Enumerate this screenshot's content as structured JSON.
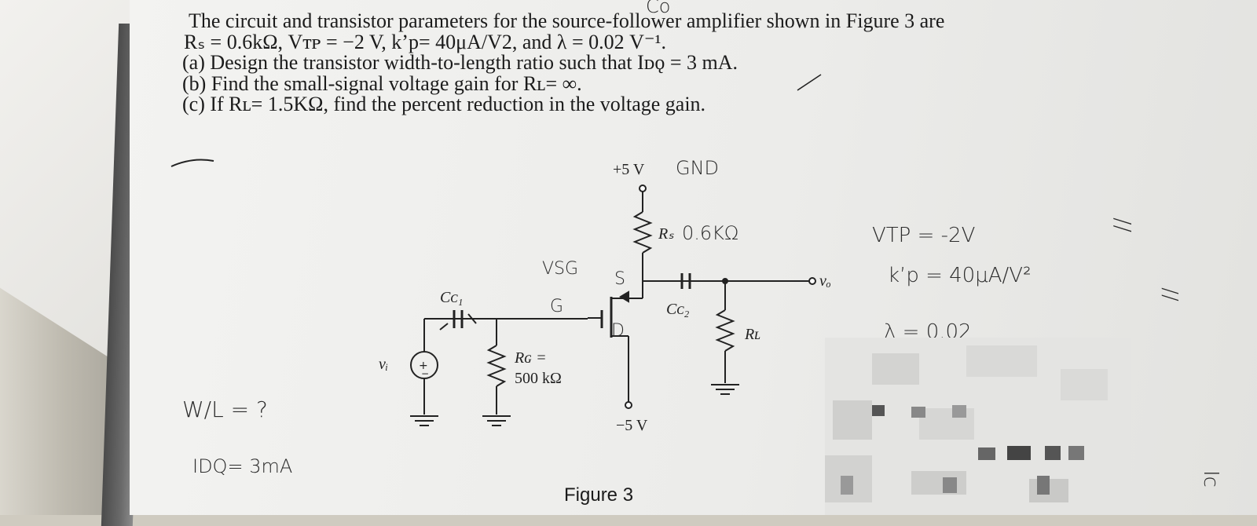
{
  "problem": {
    "intro": "The circuit and transistor parameters for the source-follower amplifier shown in Figure 3 are",
    "params": "Rₛ = 0.6kΩ, Vᴛᴘ = −2 V, k’p= 40μA/V2, and λ = 0.02 V⁻¹.",
    "part_a": "(a) Design the transistor width-to-length ratio such that Iᴅǫ = 3 mA.",
    "part_b": "(b) Find the small-signal voltage gain for Rʟ= ∞.",
    "part_c": "(c)  If Rʟ= 1.5KΩ, find the percent reduction in the voltage gain."
  },
  "figure": {
    "vdd": "+5 V",
    "vss": "−5 V",
    "rs": "Rₛ",
    "cc1": "Cᴄ₁",
    "cc2": "Cᴄ₂",
    "rl": "Rʟ",
    "rg": "Rɢ =",
    "rg_value": "500 kΩ",
    "vi": "vᵢ",
    "vo": "vₒ",
    "caption": "Figure 3"
  },
  "handwritten": {
    "top_corner": "Co",
    "gnd": "GND",
    "rs_value": "0.6KΩ",
    "vsg": "VSG",
    "s": "S",
    "g": "G",
    "d": "D",
    "w_over_l": "W/L = ?",
    "idq": "IDQ= 3mA",
    "vtp": "VTP = -2V",
    "kp": "k’p = 40μA/V²",
    "lambda": "λ = 0.02"
  },
  "colors": {
    "ink": "#1b1b1b",
    "paper": "#eeeeec",
    "binding": "#555555"
  }
}
